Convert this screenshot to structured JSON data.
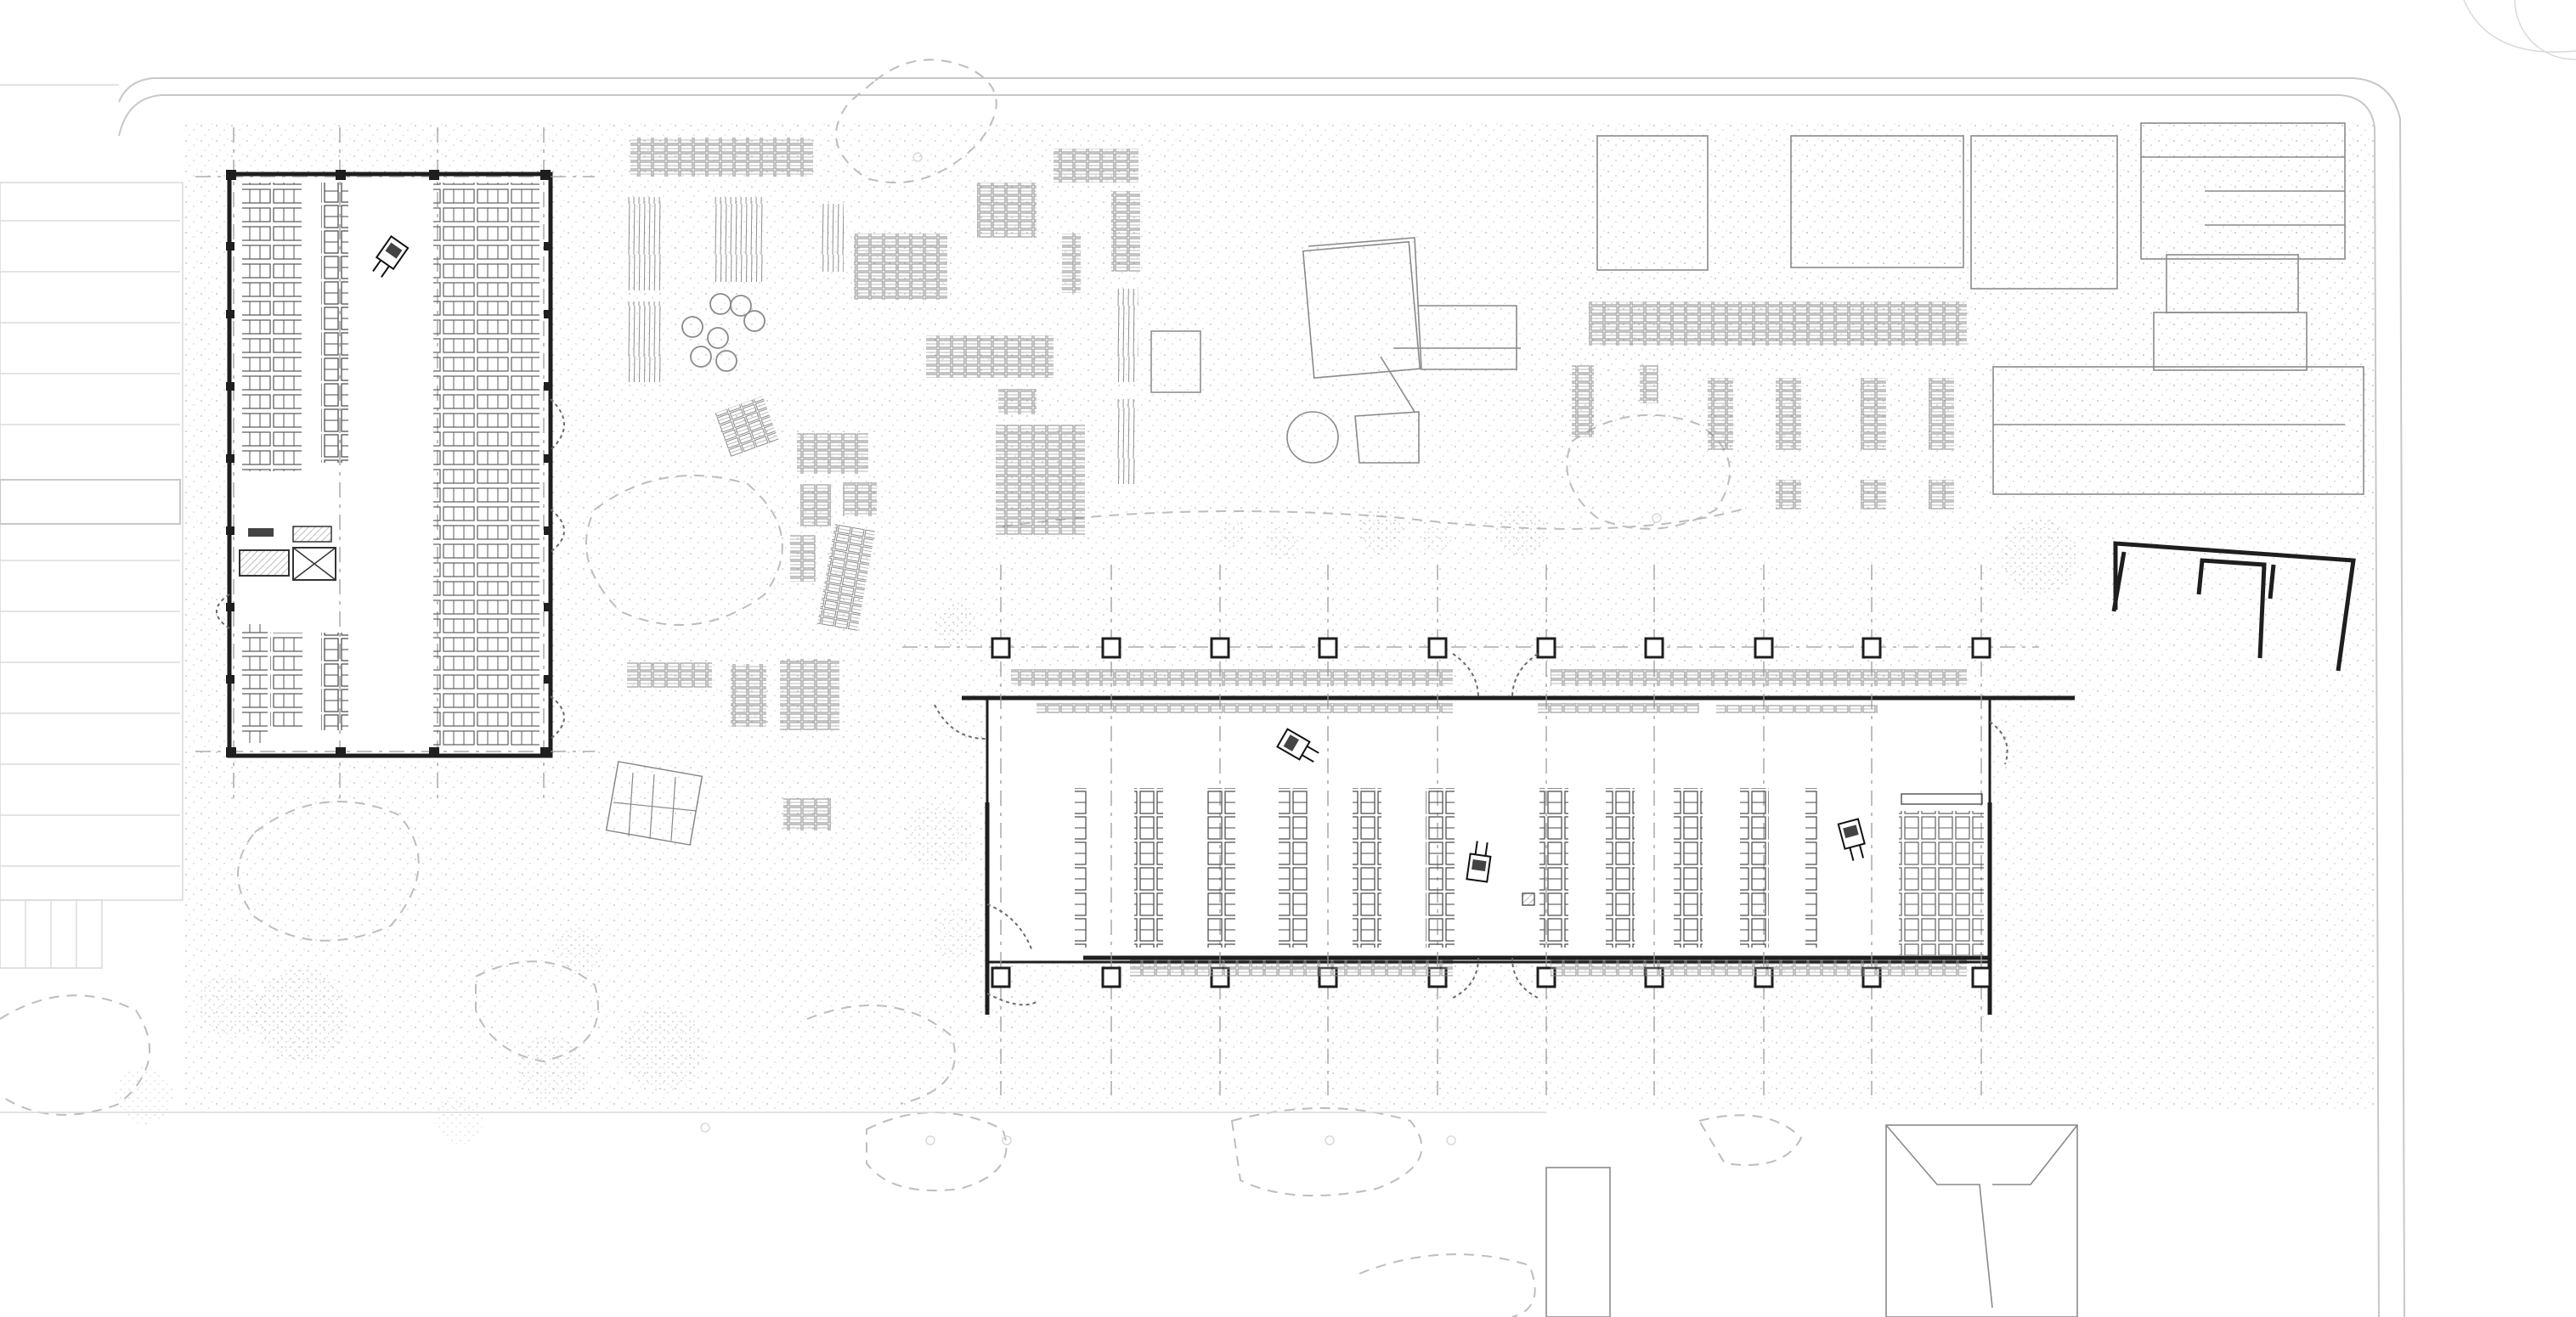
{
  "drawing": {
    "type": "site-plan",
    "colors": {
      "background": "#ffffff",
      "line_dark": "#1e1e1e",
      "line_light": "#c8c8c8",
      "stipple": "#bcbcbc"
    },
    "elements": [
      "left-building",
      "right-building",
      "storage-yard",
      "north-outbuildings",
      "loading-docks",
      "trees",
      "forklifts",
      "road"
    ]
  }
}
